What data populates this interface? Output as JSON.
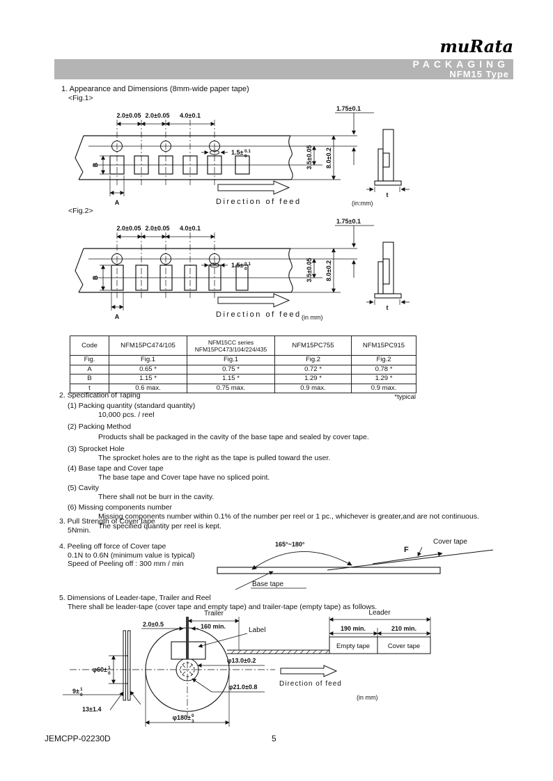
{
  "header": {
    "logo": "muRata",
    "band_title": "PACKAGING",
    "band_subtitle": "NFM15 Type"
  },
  "section1": {
    "heading": "1. Appearance and Dimensions (8mm-wide paper tape)",
    "fig1_label": "<Fig.1>",
    "fig2_label": "<Fig.2>",
    "fig1_unit": "(in:mm)",
    "fig2_unit": "(in mm)",
    "dims": {
      "pitch_a": "2.0±0.05",
      "pitch_b": "2.0±0.05",
      "pitch_c": "4.0±0.1",
      "edge": "1.75±0.1",
      "hole_base": "1.5±",
      "hole_plus": "0.1",
      "hole_minus": "0",
      "center": "3.5±0.05",
      "width": "8.0±0.2",
      "label_a": "A",
      "label_b": "B",
      "label_t": "t",
      "feed": "Direction of feed"
    }
  },
  "table": {
    "corner": "Code",
    "cols": [
      {
        "line1": "NFM15PC474/105",
        "line2": ""
      },
      {
        "line1": "NFM15CC series",
        "line2": "NFM15PC473/104/224/435"
      },
      {
        "line1": "NFM15PC755",
        "line2": ""
      },
      {
        "line1": "NFM15PC915",
        "line2": ""
      }
    ],
    "rows": [
      {
        "label": "Fig.",
        "values": [
          "Fig.1",
          "Fig.1",
          "Fig.2",
          "Fig.2"
        ]
      },
      {
        "label": "A",
        "values": [
          "0.65 *",
          "0.75 *",
          "0.72 *",
          "0.78 *"
        ]
      },
      {
        "label": "B",
        "values": [
          "1.15 *",
          "1.15 *",
          "1.29 *",
          "1.29 *"
        ]
      },
      {
        "label": "t",
        "values": [
          "0.6 max.",
          "0.75 max.",
          "0.9 max.",
          "0.9 max."
        ]
      }
    ],
    "note": "*typical"
  },
  "section2": {
    "heading": "2. Specification of Taping",
    "items": [
      {
        "num": "(1)",
        "title": "Packing quantity (standard quantity)",
        "body1": "10,000 pcs. / reel",
        "body2": ""
      },
      {
        "num": "(2)",
        "title": "Packing Method",
        "body1": "Products shall be packaged in the cavity of the base tape and sealed by cover tape.",
        "body2": ""
      },
      {
        "num": "(3)",
        "title": "Sprocket Hole",
        "body1": "The sprocket holes are to the right as the tape is pulled toward the user.",
        "body2": ""
      },
      {
        "num": "(4)",
        "title": "Base tape and Cover tape",
        "body1": "The base tape and Cover tape have no spliced point.",
        "body2": ""
      },
      {
        "num": "(5)",
        "title": "Cavity",
        "body1": "There shall not be burr in the cavity.",
        "body2": ""
      },
      {
        "num": "(6)",
        "title": "Missing components number",
        "body1": "Missing components number within 0.1% of the number per reel or 1 pc., whichever is greater,and are not continuous.",
        "body2": "The specified quantity per reel is kept."
      }
    ]
  },
  "section3": {
    "heading": "3. Pull Strength of Cover tape",
    "value": "5Nmin."
  },
  "section4": {
    "heading": "4. Peeling off force of Cover tape",
    "line1": "0.1N to 0.6N (minimum value is typical)",
    "line2": "Speed of Peeling off : 300 mm / min",
    "diagram": {
      "angle": "165°~180°",
      "force": "F",
      "cover": "Cover tape",
      "base": "Base tape"
    }
  },
  "section5": {
    "heading": "5. Dimensions of Leader-tape, Trailer and Reel",
    "line1": "There shall be leader-tape (cover tape and empty tape) and trailer-tape (empty tape) as follows.",
    "diagram": {
      "trailer": "Trailer",
      "trailer_len": "160 min.",
      "tape_width": "2.0±0.5",
      "label": "Label",
      "hub_hole": "φ13.0±0.2",
      "hub_outer": "φ21.0±0.8",
      "d60_base": "φ60±",
      "d60_plus": "1",
      "d60_minus": "0",
      "d9_base": "9±",
      "d9_plus": "1",
      "d9_minus": "0",
      "w13": "13±1.4",
      "d180_base": "φ180±",
      "d180_plus": "0",
      "d180_minus": "3",
      "leader": "Leader",
      "empty_len": "190 min.",
      "cover_len": "210 min.",
      "empty_tape": "Empty tape",
      "cover_tape": "Cover tape",
      "feed": "Direction of feed",
      "unit": "(in mm)"
    }
  },
  "footer": {
    "doc_number": "JEMCPP-02230D",
    "page": "5"
  }
}
